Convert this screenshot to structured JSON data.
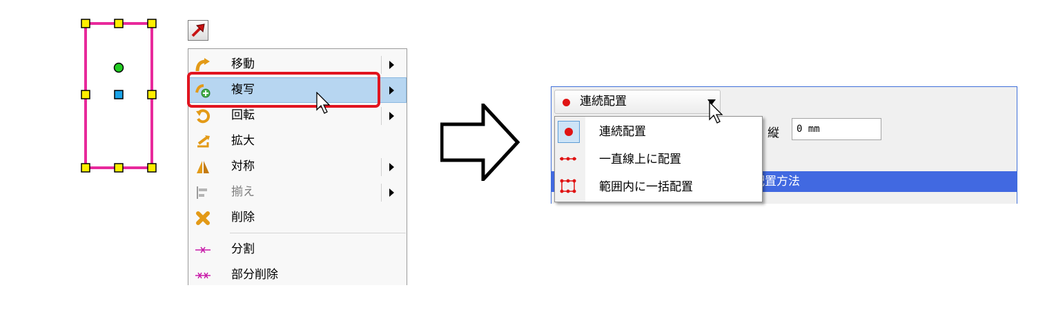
{
  "menu": {
    "items": [
      {
        "label": "移動",
        "icon": "move-icon",
        "submenu": true,
        "disabled": false
      },
      {
        "label": "複写",
        "icon": "copy-icon",
        "submenu": true,
        "disabled": false,
        "highlighted": true
      },
      {
        "label": "回転",
        "icon": "rotate-icon",
        "submenu": true,
        "disabled": false
      },
      {
        "label": "拡大",
        "icon": "scale-icon",
        "submenu": false,
        "disabled": false
      },
      {
        "label": "対称",
        "icon": "mirror-icon",
        "submenu": true,
        "disabled": false
      },
      {
        "label": "揃え",
        "icon": "align-icon",
        "submenu": true,
        "disabled": true
      },
      {
        "label": "削除",
        "icon": "delete-icon",
        "submenu": false,
        "disabled": false
      },
      {
        "label": "分割",
        "icon": "split-icon",
        "submenu": false,
        "disabled": false
      },
      {
        "label": "部分削除",
        "icon": "partial-delete-icon",
        "submenu": false,
        "disabled": false
      }
    ]
  },
  "combo": {
    "selected_label": "連続配置"
  },
  "dropdown": {
    "options": [
      {
        "label": "連続配置",
        "icon": "dot-icon",
        "selected": true
      },
      {
        "label": "一直線上に配置",
        "icon": "line-dots-icon",
        "selected": false
      },
      {
        "label": "範囲内に一括配置",
        "icon": "grid-dots-icon",
        "selected": false
      }
    ]
  },
  "panel": {
    "tate_label": "縦",
    "tate_value": "0 mm",
    "strip_label": "配置方法"
  },
  "colors": {
    "shape_outline": "#e8299b",
    "handle_fill": "#ffee00",
    "center_handle": "#1aa3e8",
    "pivot_handle": "#22cc22",
    "highlight_border": "#e1141f",
    "menu_highlight": "#b7d6f1",
    "panel_strip": "#4169e1",
    "accent_red": "#e01414"
  }
}
